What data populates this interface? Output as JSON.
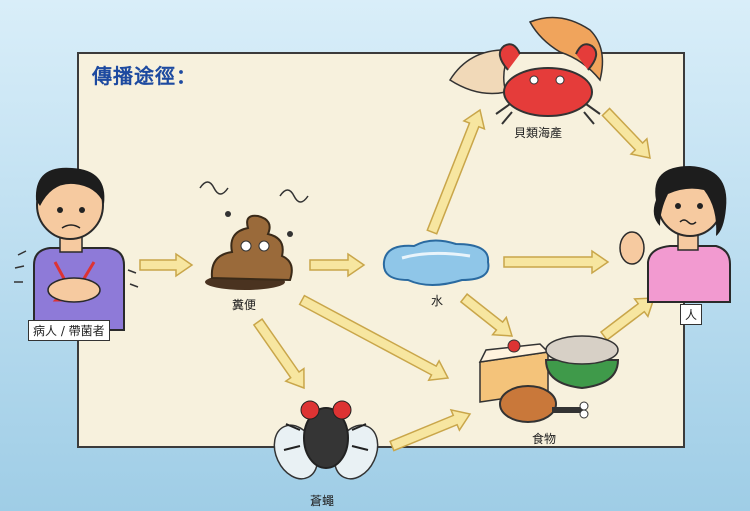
{
  "title": "傳播途徑：",
  "nodes": {
    "patient": "病人 / 帶菌者",
    "feces": "糞便",
    "water": "水",
    "shellfish": "貝類海產",
    "person": "人",
    "food": "食物",
    "fly": "蒼蠅"
  },
  "colors": {
    "title": "#1d4aa0",
    "arrow_fill": "#f7e6a0",
    "arrow_stroke": "#c9a64a"
  }
}
